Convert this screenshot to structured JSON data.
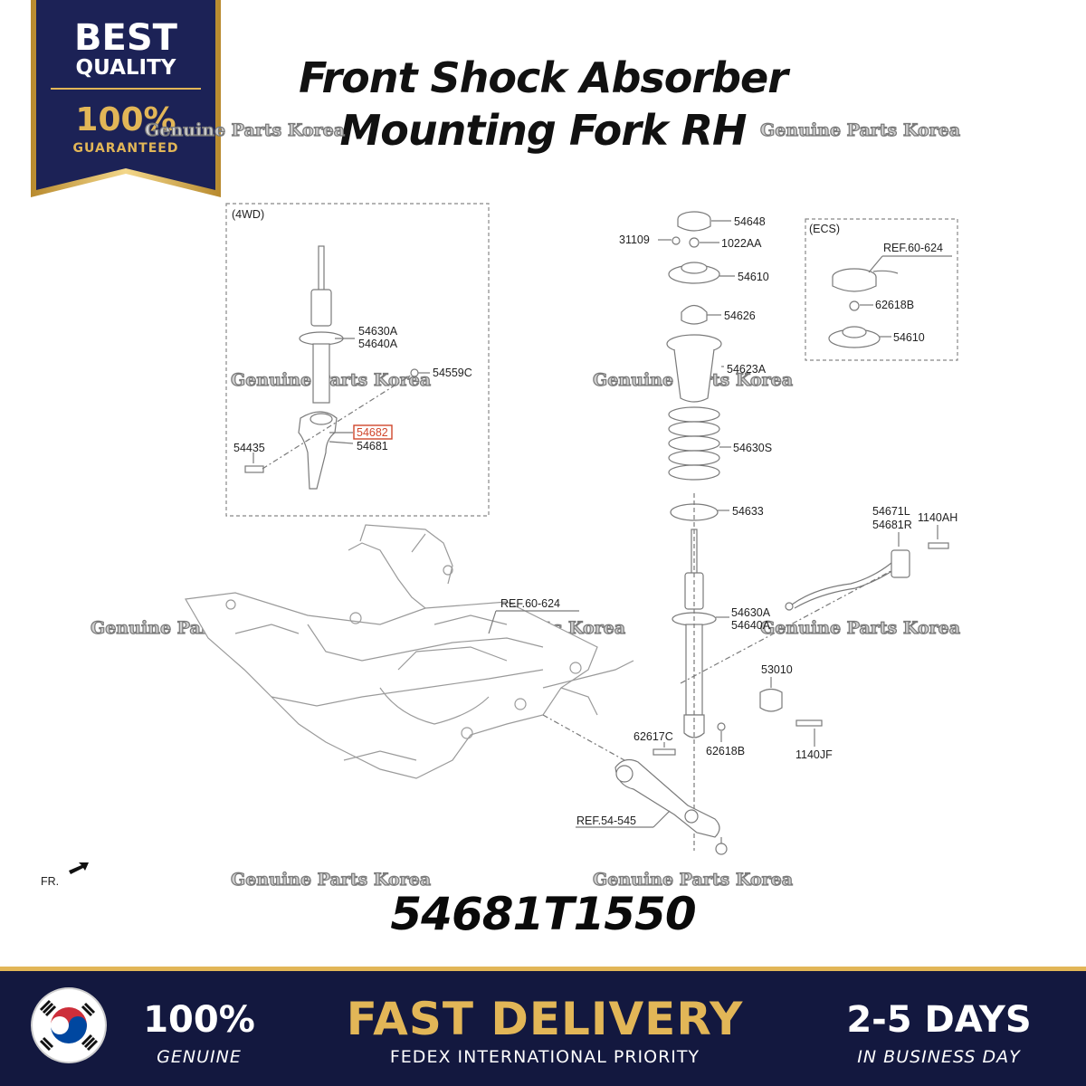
{
  "badge": {
    "line1": "BEST",
    "line2": "QUALITY",
    "line3": "100%",
    "line4": "GUARANTEED"
  },
  "title": {
    "line1": "Front Shock Absorber",
    "line2": "Mounting Fork RH"
  },
  "part_number": "54681T1550",
  "watermark": "Genuine Parts Korea",
  "diagram": {
    "inset_4wd_label": "(4WD)",
    "inset_ecs_label": "(ECS)",
    "front_indicator": "FR.",
    "highlight_color": "#d0462c",
    "callouts": {
      "c54630A_left": "54630A",
      "c54640A_left": "54640A",
      "c54559C": "54559C",
      "c54682": "54682",
      "c54681": "54681",
      "c54435": "54435",
      "c54648": "54648",
      "c31109": "31109",
      "c1022AA": "1022AA",
      "c54610": "54610",
      "c54626": "54626",
      "c54623A": "54623A",
      "c54630S": "54630S",
      "c54633": "54633",
      "c54630A_main": "54630A",
      "c54640A_main": "54640A",
      "c53010": "53010",
      "c62617C": "62617C",
      "c62618B_main": "62618B",
      "c1140JF": "1140JF",
      "c54671L": "54671L",
      "c54681R": "54681R",
      "c1140AH": "1140AH",
      "cREF60624_ecs": "REF.60-624",
      "c62618B_ecs": "62618B",
      "c54610_ecs": "54610",
      "cREF60624_frame": "REF.60-624",
      "cREF54545": "REF.54-545"
    }
  },
  "footer": {
    "genuine_big": "100%",
    "genuine_small": "GENUINE",
    "delivery_big": "FAST DELIVERY",
    "delivery_small": "FEDEX INTERNATIONAL PRIORITY",
    "days_big": "2-5 DAYS",
    "days_small": "IN BUSINESS DAY",
    "navy": "#13183f",
    "gold": "#e2b657"
  }
}
